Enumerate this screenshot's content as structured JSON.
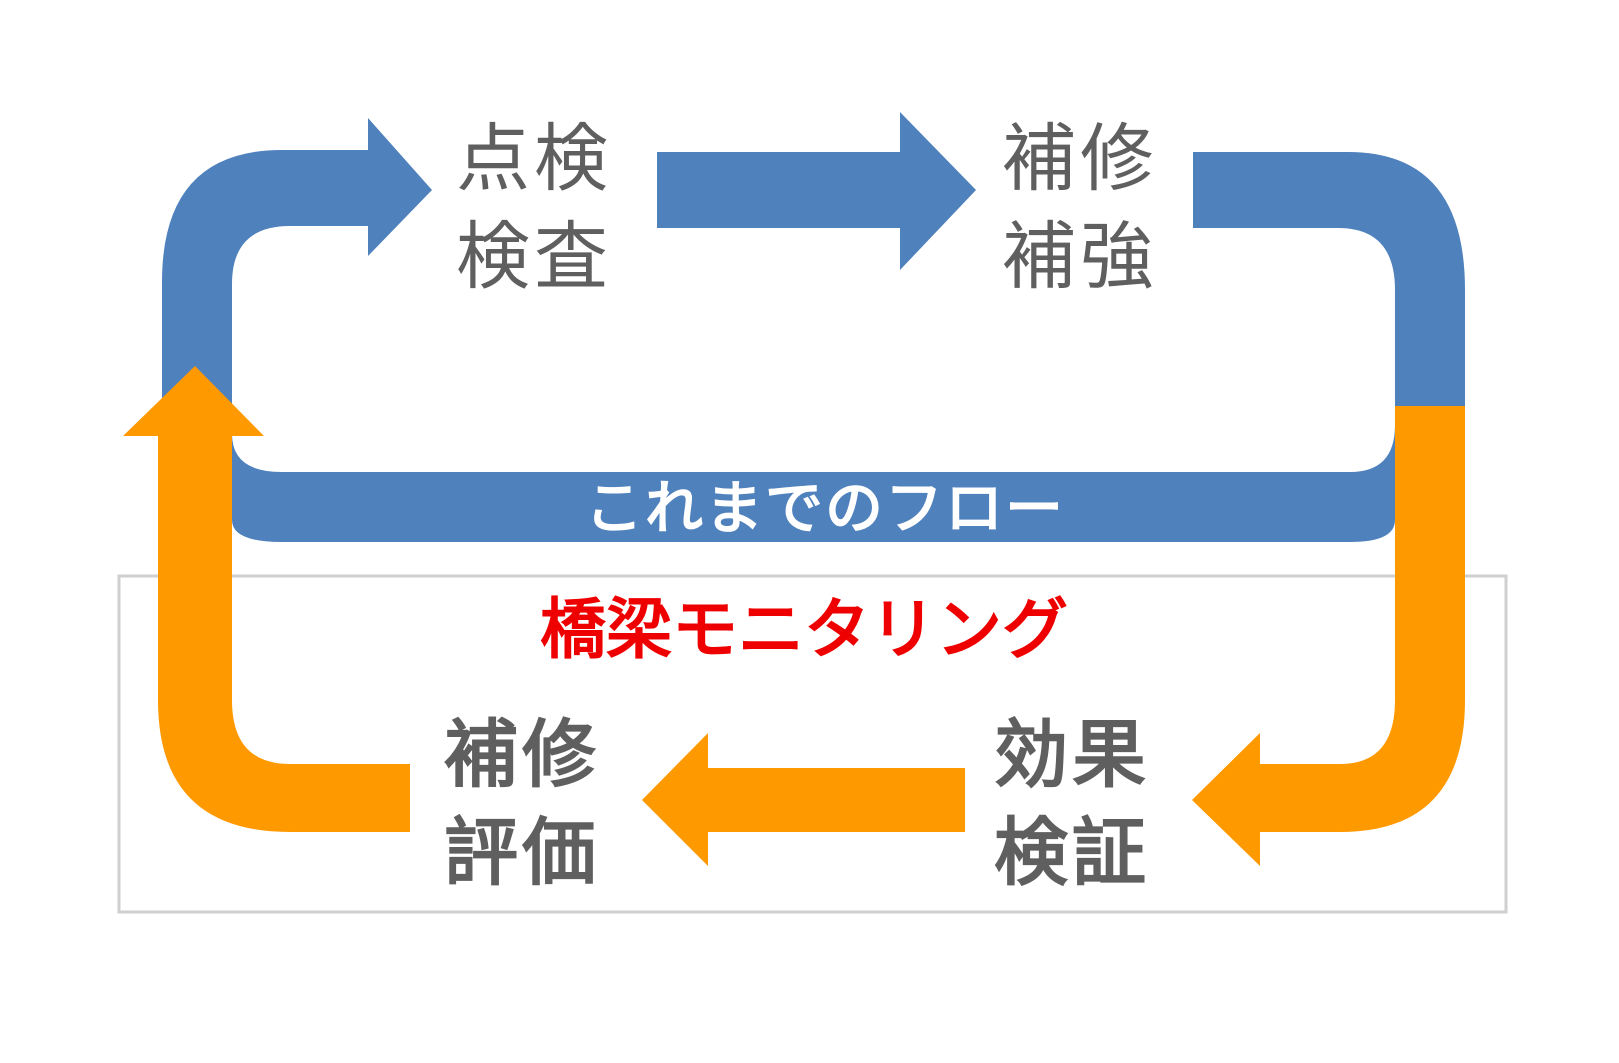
{
  "colors": {
    "traditional_flow": "#4f81bd",
    "monitoring_flow": "#ff9900",
    "label_text": "#5f5f5f",
    "monitoring_title": "#ee0000",
    "monitoring_box_border": "#cfcfcf"
  },
  "traditional_flow": {
    "title": "これまでのフロー",
    "steps": [
      {
        "line1": "点検",
        "line2": "検査"
      },
      {
        "line1": "補修",
        "line2": "補強"
      }
    ]
  },
  "bridge_monitoring": {
    "title": "橋梁モニタリング",
    "steps": [
      {
        "line1": "効果",
        "line2": "検証"
      },
      {
        "line1": "補修",
        "line2": "評価"
      }
    ]
  }
}
